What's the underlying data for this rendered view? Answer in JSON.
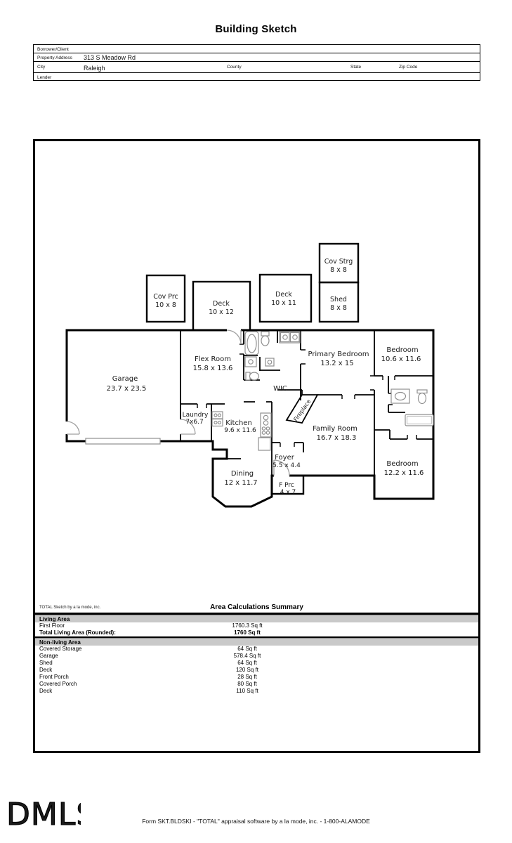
{
  "page": {
    "title": "Building Sketch"
  },
  "colors": {
    "table_band": "#c9c9c9",
    "walls": "#000000",
    "fixtures": "#8f8f8f"
  },
  "form": {
    "borrower_label": "Borrower/Client",
    "borrower_value": "",
    "address_label": "Property Address",
    "address_value": "313 S Meadow Rd",
    "city_label": "City",
    "city_value": "Raleigh",
    "county_label": "County",
    "county_value": "",
    "state_label": "State",
    "state_value": "",
    "zip_label": "Zip Code",
    "zip_value": "",
    "lender_label": "Lender",
    "lender_value": ""
  },
  "plan": {
    "rooms": {
      "cov_prc": {
        "name": "Cov Prc",
        "dims": "10 x 8"
      },
      "deck1": {
        "name": "Deck",
        "dims": "10 x 12"
      },
      "deck2": {
        "name": "Deck",
        "dims": "10 x 11"
      },
      "cov_strg": {
        "name": "Cov Strg",
        "dims": "8 x 8"
      },
      "shed": {
        "name": "Shed",
        "dims": "8 x 8"
      },
      "garage": {
        "name": "Garage",
        "dims": "23.7 x 23.5"
      },
      "flex": {
        "name": "Flex Room",
        "dims": "15.8 x 13.6"
      },
      "primary": {
        "name": "Primary Bedroom",
        "dims": "13.2 x 15"
      },
      "bedroom1": {
        "name": "Bedroom",
        "dims": "10.6 x 11.6"
      },
      "laundry": {
        "name": "Laundry",
        "dims": "7x6.7"
      },
      "kitchen": {
        "name": "Kitchen",
        "dims": "9.6 x 11.6"
      },
      "wic": {
        "name": "WIC"
      },
      "fireplace": {
        "name": "Fireplace"
      },
      "family": {
        "name": "Family Room",
        "dims": "16.7 x 18.3"
      },
      "foyer": {
        "name": "Foyer",
        "dims": "5.5 x 4.4"
      },
      "dining": {
        "name": "Dining",
        "dims": "12 x 11.7"
      },
      "f_prc": {
        "name": "F Prc",
        "dims": "4 x 7"
      },
      "bedroom2": {
        "name": "Bedroom",
        "dims": "12.2 x 11.6"
      }
    }
  },
  "area_summary": {
    "vendor_note": "TOTAL Sketch by a la mode, inc.",
    "title": "Area Calculations Summary",
    "sections": [
      {
        "header": "Living Area",
        "rows": [
          {
            "label": "First Floor",
            "value": "1760.3 Sq ft"
          },
          {
            "label": "Total Living Area (Rounded):",
            "value": "1760 Sq ft"
          }
        ]
      },
      {
        "header": "Non-living Area",
        "rows": [
          {
            "label": "Covered Storage",
            "value": "64 Sq ft"
          },
          {
            "label": "Garage",
            "value": "578.4 Sq ft"
          },
          {
            "label": "Shed",
            "value": "64 Sq ft"
          },
          {
            "label": "Deck",
            "value": "120 Sq ft"
          },
          {
            "label": "Front Porch",
            "value": "28 Sq ft"
          },
          {
            "label": "Covered Porch",
            "value": "80 Sq ft"
          },
          {
            "label": "Deck",
            "value": "110 Sq ft"
          }
        ]
      }
    ]
  },
  "footer": {
    "logo": "DMLS",
    "text": "Form SKT.BLDSKI - \"TOTAL\" appraisal software by a la mode, inc. - 1-800-ALAMODE"
  }
}
